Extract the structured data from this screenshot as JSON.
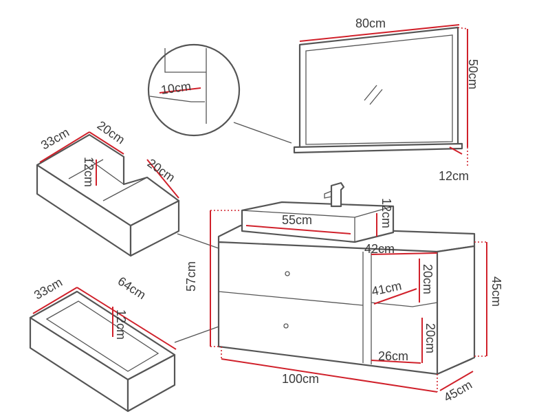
{
  "colors": {
    "outline": "#555555",
    "dimension_line": "#d0202a",
    "label_text": "#3a3a3a",
    "background": "#ffffff"
  },
  "mirror": {
    "width": "80",
    "height": "50",
    "shelf_depth": "12",
    "detail_thickness": "10",
    "unit": "cm"
  },
  "cabinet": {
    "width": "100",
    "depth": "45",
    "height": "45",
    "total_height": "57",
    "top_depth": "42",
    "shelf_width": "26",
    "shelf_height_upper": "20",
    "shelf_height_lower": "20",
    "niche_width": "41",
    "unit": "cm"
  },
  "basin": {
    "width": "55",
    "height": "12",
    "unit": "cm"
  },
  "top_drawer": {
    "width": "33",
    "depth_front": "20",
    "depth_back": "20",
    "height": "12",
    "unit": "cm"
  },
  "bottom_drawer": {
    "width": "33",
    "depth": "64",
    "height": "12",
    "unit": "cm"
  }
}
